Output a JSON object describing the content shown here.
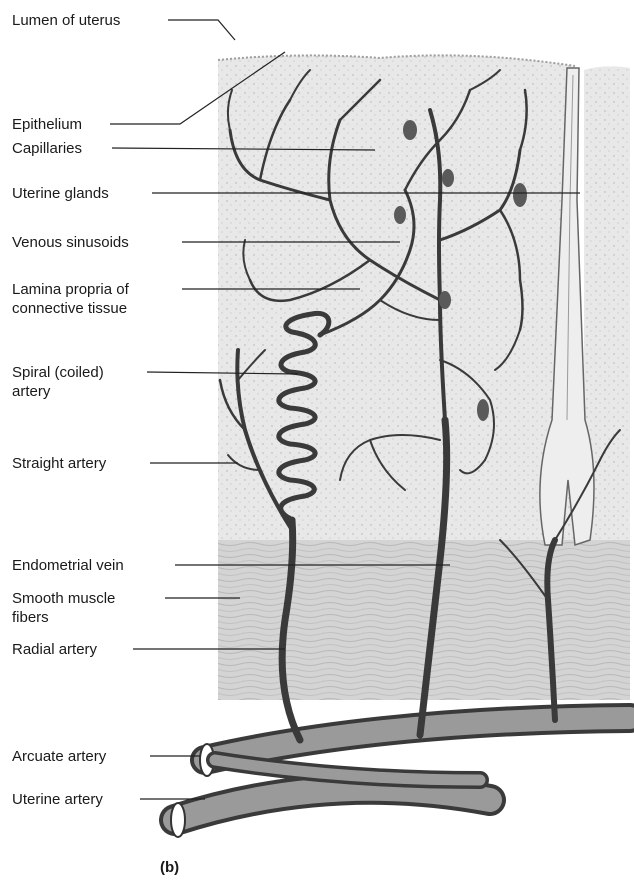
{
  "labels": {
    "lumen": "Lumen of uterus",
    "epithelium": "Epithelium",
    "capillaries": "Capillaries",
    "glands": "Uterine glands",
    "sinusoids": "Venous sinusoids",
    "lamina_1": "Lamina propria of",
    "lamina_2": "connective tissue",
    "spiral_1": "Spiral (coiled)",
    "spiral_2": "artery",
    "straight": "Straight artery",
    "vein": "Endometrial vein",
    "muscle_1": "Smooth muscle",
    "muscle_2": "fibers",
    "radial": "Radial artery",
    "arcuate": "Arcuate artery",
    "uterine": "Uterine artery"
  },
  "panel_label": "(b)",
  "colors": {
    "tissue": "#e6e6e6",
    "muscle": "#d6d6d6",
    "vessel": "#3a3a3a",
    "text": "#1a1a1a"
  }
}
